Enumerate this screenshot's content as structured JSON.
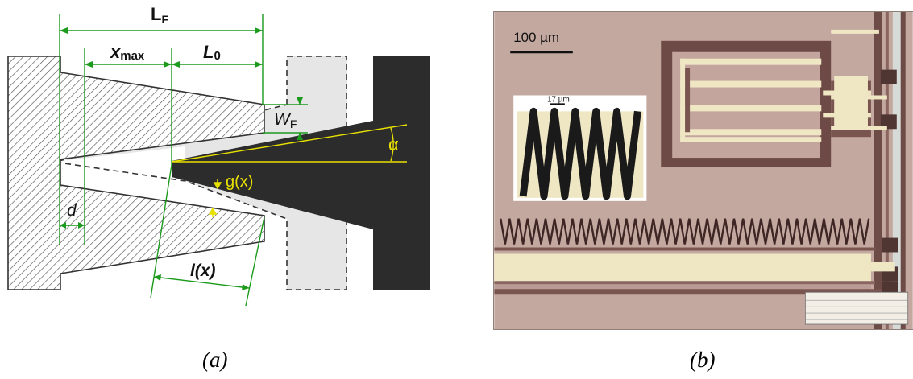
{
  "figure_a": {
    "labels": {
      "lf_main": "L",
      "lf_sub": "F",
      "xmax_main": "x",
      "xmax_sub": "max",
      "l0_main": "L",
      "l0_sub": "0",
      "wf_main": "W",
      "wf_sub": "F",
      "alpha": "α",
      "gap": "g(x)",
      "d": "d",
      "length": "l(x)"
    },
    "colors": {
      "dimension": "#1b9a1b",
      "annotation": "#e8e000",
      "electrode": "#2c2c2c",
      "shuttle": "#e6e6e6"
    }
  },
  "figure_b": {
    "scale_bar_label": "100 µm",
    "inset_label": "17 µm",
    "colors": {
      "substrate": "#c9aea5",
      "trench": "#7a5550",
      "metal": "#efe6c4"
    }
  },
  "captions": {
    "a": "(a)",
    "b": "(b)"
  }
}
